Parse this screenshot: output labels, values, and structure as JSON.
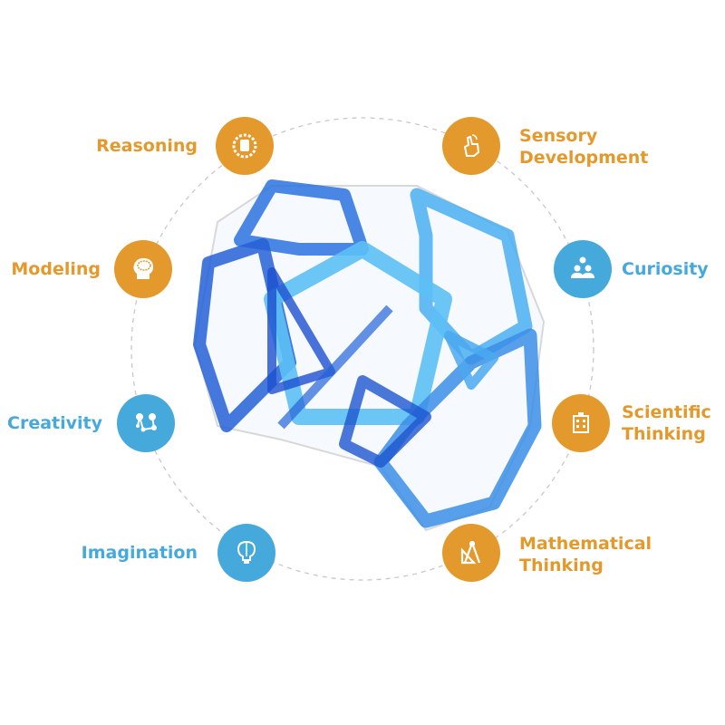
{
  "colors": {
    "orange": "#e3992c",
    "blue": "#46a9dc",
    "ring": "#c8c8c8",
    "tile_light": "#52b8f0",
    "tile_dark": "#1f5fd8"
  },
  "skills": [
    {
      "label": "Reasoning",
      "color": "orange",
      "icon": "gear-cylinder-icon"
    },
    {
      "label": "Sensory",
      "label2": "Development",
      "color": "orange",
      "icon": "touch-hand-icon"
    },
    {
      "label": "Modeling",
      "color": "orange",
      "icon": "head-brain-icon"
    },
    {
      "label": "Curiosity",
      "color": "blue",
      "icon": "people-group-icon"
    },
    {
      "label": "Creativity",
      "color": "blue",
      "icon": "connected-nodes-icon"
    },
    {
      "label": "Scientific",
      "label2": "Thinking",
      "color": "orange",
      "icon": "building-icon"
    },
    {
      "label": "Imagination",
      "color": "blue",
      "icon": "brain-bulb-icon"
    },
    {
      "label": "Mathematical",
      "label2": "Thinking",
      "color": "orange",
      "icon": "compass-ruler-icon"
    }
  ]
}
